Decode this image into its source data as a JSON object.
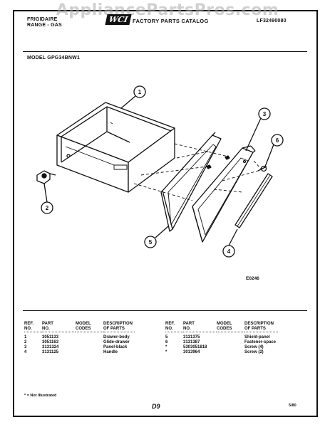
{
  "watermark": "AppliancePartsPros.com",
  "header": {
    "brand": "FRIGIDAIRE",
    "range": "RANGE - GAS",
    "logo": "WCI",
    "catalog": "FACTORY PARTS CATALOG",
    "catalog_no": "LF32490080",
    "model_label": "MODEL GPG34BNW1"
  },
  "diagram": {
    "callouts": [
      "1",
      "2",
      "3",
      "4",
      "5",
      "6"
    ],
    "code": "E0246"
  },
  "columns": {
    "ref": "REF.",
    "no": "NO.",
    "part": "PART",
    "model": "MODEL",
    "codes": "CODES",
    "desc": "DESCRIPTION",
    "of_parts": "OF PARTS"
  },
  "parts_left": [
    {
      "ref": "1",
      "part": "3051133",
      "desc": "Drawer-body"
    },
    {
      "ref": "2",
      "part": "3051163",
      "desc": "Glide-drawer"
    },
    {
      "ref": "3",
      "part": "3131324",
      "desc": "Panel-black"
    },
    {
      "ref": "4",
      "part": "3131125",
      "desc": "Handle"
    }
  ],
  "parts_right": [
    {
      "ref": "5",
      "part": "3131375",
      "desc": "Shield-panel"
    },
    {
      "ref": "6",
      "part": "3131387",
      "desc": "Fastener-space"
    },
    {
      "ref": "*",
      "part": "5303051818",
      "desc": "Screw (4)"
    },
    {
      "ref": "*",
      "part": "3013964",
      "desc": "Screw (2)"
    }
  ],
  "footer": {
    "note": "* = Not Illustrated",
    "page": "D9",
    "date": "5/80"
  }
}
